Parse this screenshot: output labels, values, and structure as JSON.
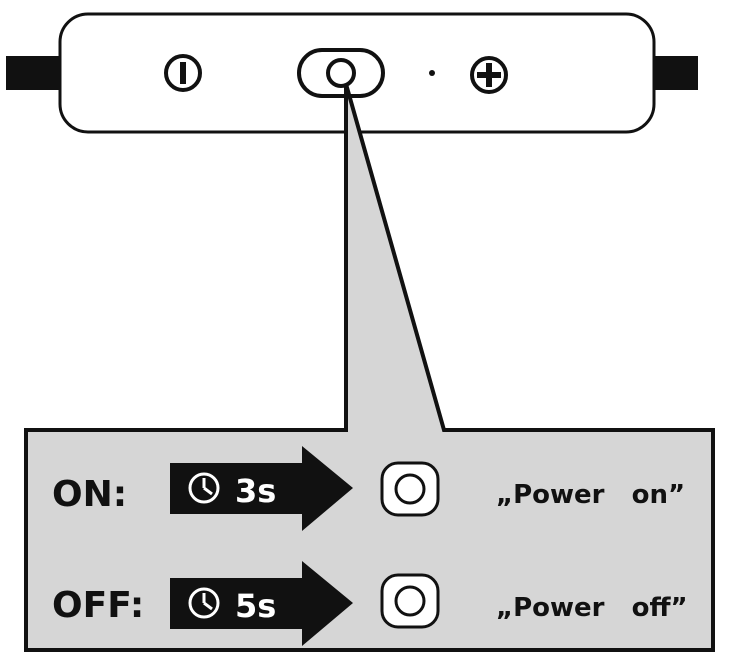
{
  "remote": {
    "buttons": [
      {
        "name": "volume-down",
        "icon": "volume-down-icon"
      },
      {
        "name": "multifunction",
        "icon": "multifunction-button-icon"
      },
      {
        "name": "volume-up",
        "icon": "plus-icon"
      }
    ]
  },
  "instructions": {
    "on": {
      "label": "ON:",
      "duration": "3s",
      "result": "„Power   on”"
    },
    "off": {
      "label": "OFF:",
      "duration": "5s",
      "result": "„Power   off”"
    }
  },
  "colors": {
    "panel_fill": "#d6d6d6",
    "stroke": "#111111",
    "arrow_fill": "#111111",
    "background": "#ffffff"
  }
}
